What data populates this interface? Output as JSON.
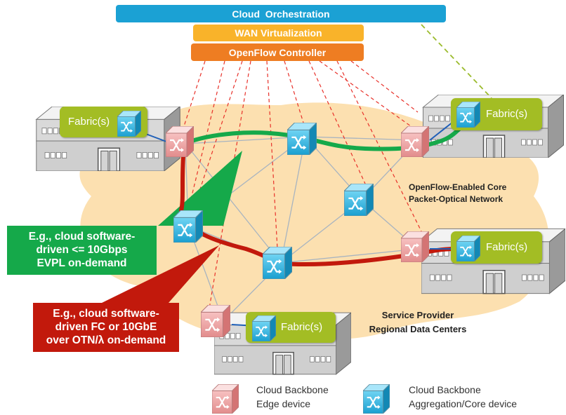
{
  "orchestration": {
    "cloud_orchestration": "Cloud  Orchestration",
    "wan_virtualization": "WAN Virtualization",
    "openflow_controller": "OpenFlow Controller"
  },
  "fabric_label": "Fabric(s)",
  "network_label": {
    "line1": "OpenFlow-Enabled Core",
    "line2": "Packet-Optical Network"
  },
  "datacenter_label": {
    "line1": "Service Provider",
    "line2": "Regional Data Centers"
  },
  "callout_green": {
    "line1": "E.g., cloud software-",
    "line2": "driven <= 10Gbps",
    "line3": "EVPL on-demand"
  },
  "callout_red": {
    "line1": "E.g., cloud software-",
    "line2": "driven FC or 10GbE",
    "line3": "over OTN/λ on-demand"
  },
  "legend": {
    "edge_line1": "Cloud Backbone",
    "edge_line2": "Edge device",
    "core_line1": "Cloud Backbone",
    "core_line2": "Aggregation/Core device"
  },
  "colors": {
    "cloud_orchestration": "#1ba1d4",
    "wan_virtualization": "#f9b32a",
    "openflow_controller": "#ee7d22",
    "green_path": "#15a94a",
    "red_path": "#c2190c",
    "fabric": "#a3bd24",
    "cloud_area": "#fce0b0"
  }
}
